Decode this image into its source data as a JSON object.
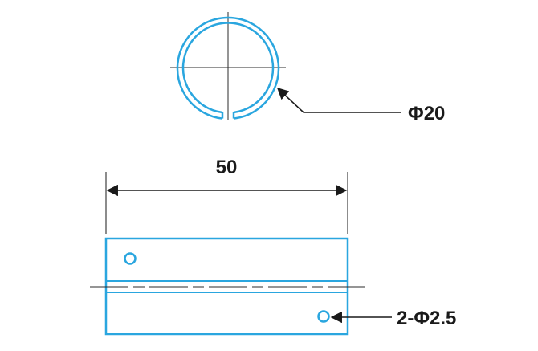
{
  "annotations": {
    "ring_diameter": "Φ20",
    "length": "50",
    "holes": "2-Φ2.5"
  },
  "colors": {
    "part": "#2aa6df",
    "dimension": "#1a1a1a",
    "centerline": "#2b2b2b"
  }
}
